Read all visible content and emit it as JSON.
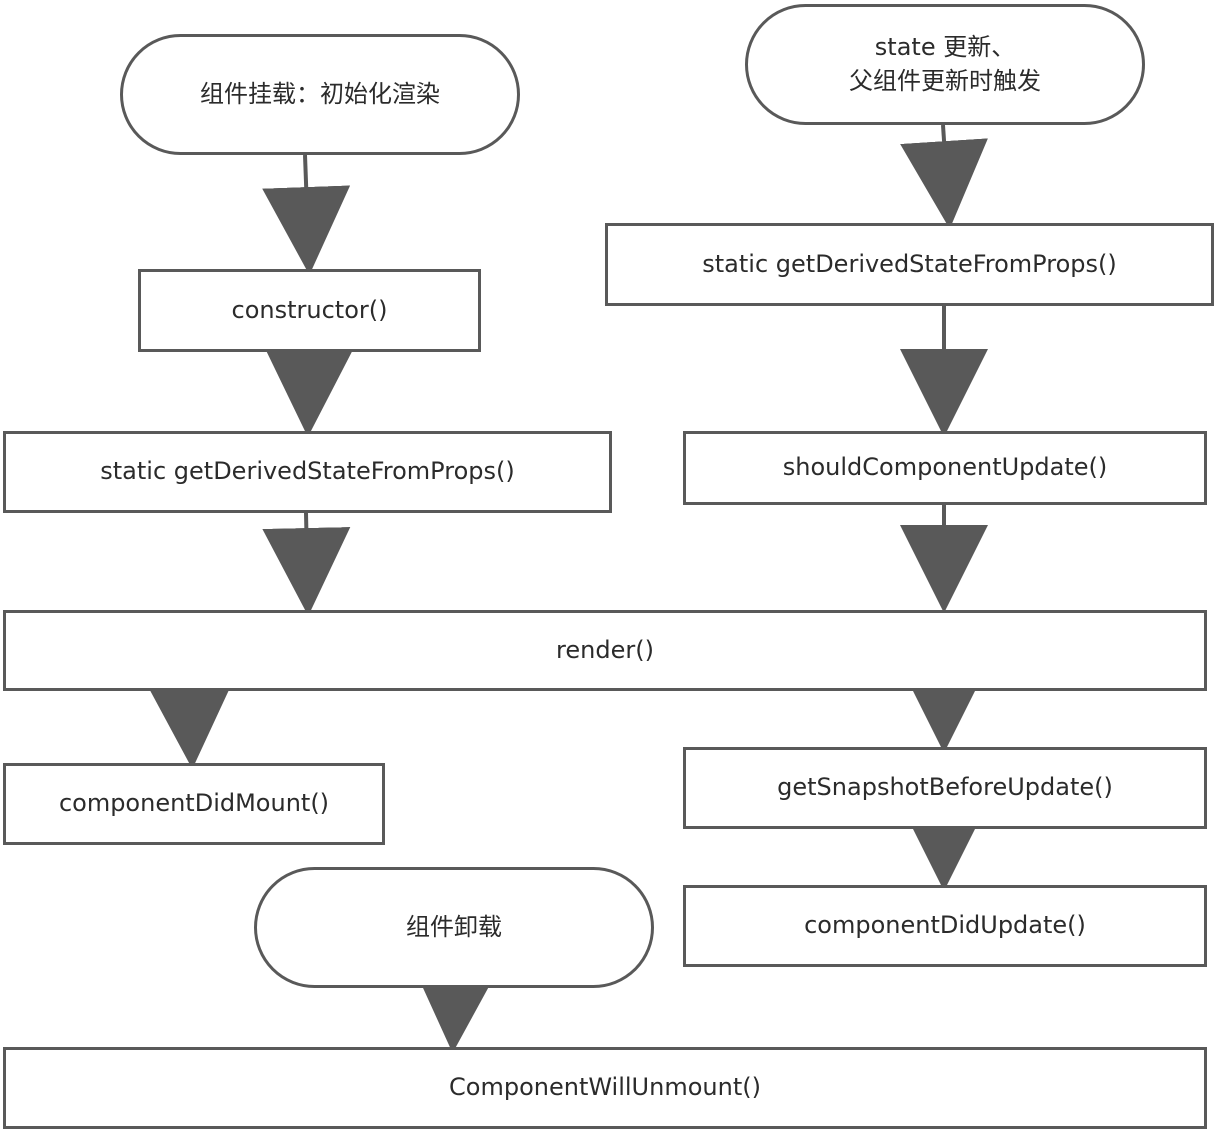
{
  "nodes": {
    "mount_start": "组件挂载：初始化渲染",
    "update_start_line1": "state 更新、",
    "update_start_line2": "父组件更新时触发",
    "constructor": "constructor()",
    "mount_getDerived": "static getDerivedStateFromProps()",
    "update_getDerived": "static getDerivedStateFromProps()",
    "shouldUpdate": "shouldComponentUpdate()",
    "render": "render()",
    "didMount": "componentDidMount()",
    "snapshot": "getSnapshotBeforeUpdate()",
    "unmount_start": "组件卸载",
    "didUpdate": "componentDidUpdate()",
    "willUnmount": "ComponentWillUnmount()"
  },
  "colors": {
    "stroke": "#595959",
    "text": "#2b2b2b",
    "background": "#ffffff"
  }
}
